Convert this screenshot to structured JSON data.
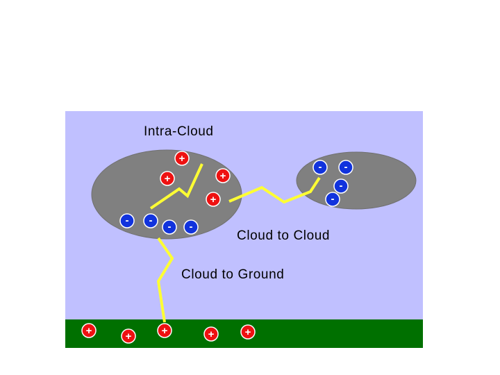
{
  "labels": {
    "intra_cloud": "Intra-Cloud",
    "cloud_to_cloud": "Cloud to Cloud",
    "cloud_to_ground": "Cloud to Ground"
  },
  "signs": {
    "positive": "+",
    "negative": "-"
  },
  "colors": {
    "sky": "#c0c0ff",
    "cloud": "#808080",
    "ground": "#007000",
    "lightning": "#ffff33",
    "positive_charge": "#ee1111",
    "negative_charge": "#1133dd"
  },
  "counts": {
    "left_cloud_positive": 4,
    "left_cloud_negative": 4,
    "right_cloud_negative": 4,
    "ground_positive": 5
  }
}
